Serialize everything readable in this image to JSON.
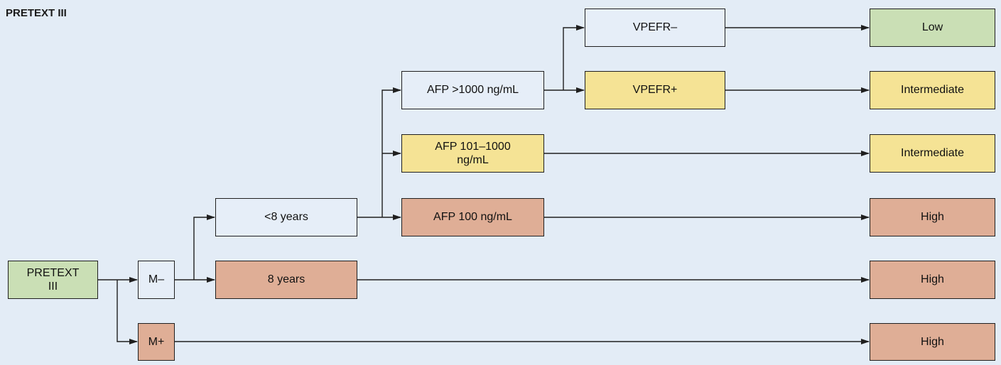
{
  "title": "PRETEXT III",
  "nodes": {
    "root": "PRETEXT\nIII",
    "m_neg": "M–",
    "m_pos": "M+",
    "under8": "<8 years",
    "over8": "8 years",
    "afp_gt1000": "AFP >1000 ng/mL",
    "afp_101_1000": "AFP 101–1000\nng/mL",
    "afp_le100": "AFP  100 ng/mL",
    "vpefr_neg": "VPEFR–",
    "vpefr_pos": "VPEFR+"
  },
  "outcomes": {
    "low": "Low",
    "intermediate_1": "Intermediate",
    "intermediate_2": "Intermediate",
    "high_1": "High",
    "high_2": "High",
    "high_3": "High"
  },
  "colors": {
    "background": "#e3ecf6",
    "neutral_box": "#e6eef8",
    "low_risk": "#cadfb5",
    "intermediate_risk": "#f5e395",
    "high_risk": "#dfae96",
    "line": "#1f1f1f"
  }
}
